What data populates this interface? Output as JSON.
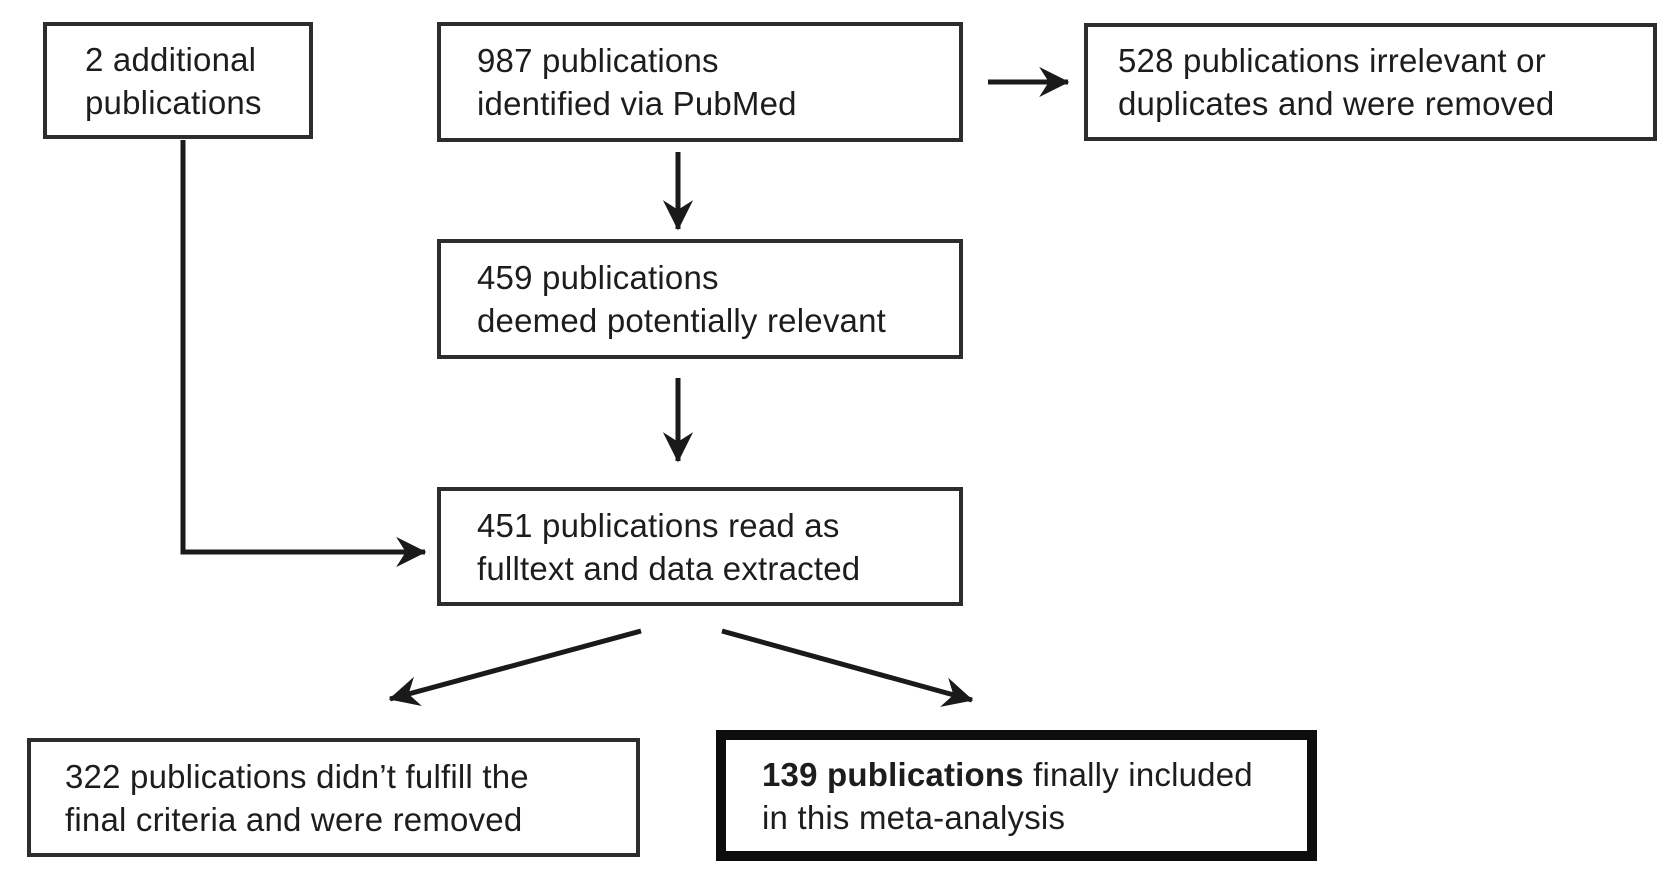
{
  "figure": {
    "type": "flowchart",
    "description": "Publication screening flow diagram for a meta-analysis",
    "colors": {
      "background": "#ffffff",
      "ink": "#1d1d1d",
      "box_border": "#2d2d2d",
      "emphasis_border": "#0d0d0d",
      "arrow": "#1a1a1a"
    },
    "nodes": {
      "additional": {
        "line1": "2 additional",
        "line2": "publications"
      },
      "identified": {
        "line1": "987 publications",
        "line2": "identified via PubMed"
      },
      "irrelevant": {
        "line1": "528 publications irrelevant or",
        "line2": "duplicates and were removed"
      },
      "relevant": {
        "line1": "459 publications",
        "line2": "deemed potentially relevant"
      },
      "fulltext": {
        "line1": "451 publications read as",
        "line2": "fulltext and data extracted"
      },
      "excluded": {
        "line1": "322 publications didn’t fulfill the",
        "line2": "final criteria and were removed"
      },
      "included": {
        "line1_bold": "139 publications",
        "line1_rest": " finally included",
        "line2": "in this meta-analysis"
      }
    },
    "edges": [
      {
        "from": "identified",
        "to": "irrelevant",
        "style": "arrow-right"
      },
      {
        "from": "identified",
        "to": "relevant",
        "style": "arrow-down"
      },
      {
        "from": "relevant",
        "to": "fulltext",
        "style": "arrow-down"
      },
      {
        "from": "additional",
        "to": "fulltext",
        "style": "arrow-elbow-down-right"
      },
      {
        "from": "fulltext",
        "to": "excluded",
        "style": "arrow-diagonal-left"
      },
      {
        "from": "fulltext",
        "to": "included",
        "style": "arrow-diagonal-right"
      }
    ]
  }
}
